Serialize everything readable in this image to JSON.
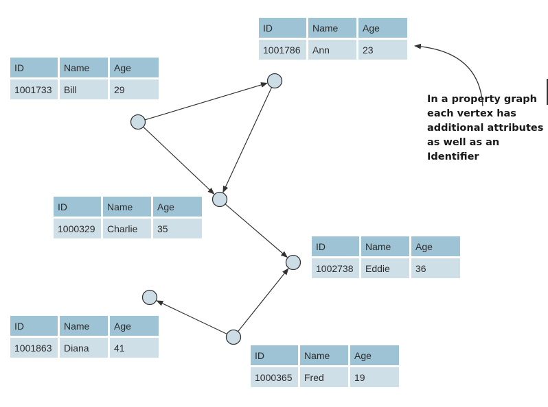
{
  "headers": {
    "id": "ID",
    "name": "Name",
    "age": "Age"
  },
  "vertices": [
    {
      "key": "bill",
      "id": "1001733",
      "name": "Bill",
      "age": "29"
    },
    {
      "key": "ann",
      "id": "1001786",
      "name": "Ann",
      "age": "23"
    },
    {
      "key": "charlie",
      "id": "1000329",
      "name": "Charlie",
      "age": "35"
    },
    {
      "key": "eddie",
      "id": "1002738",
      "name": "Eddie",
      "age": "36"
    },
    {
      "key": "diana",
      "id": "1001863",
      "name": "Diana",
      "age": "41"
    },
    {
      "key": "fred",
      "id": "1000365",
      "name": "Fred",
      "age": "19"
    }
  ],
  "edges": [
    {
      "from": "bill",
      "to": "ann"
    },
    {
      "from": "bill",
      "to": "charlie"
    },
    {
      "from": "ann",
      "to": "charlie"
    },
    {
      "from": "charlie",
      "to": "eddie"
    },
    {
      "from": "fred",
      "to": "eddie"
    },
    {
      "from": "fred",
      "to": "diana"
    }
  ],
  "callout": {
    "lines": [
      "In a property graph",
      "each vertex has",
      "additional attributes",
      "as well as an Identifier"
    ]
  },
  "colors": {
    "header_fill": "#9ec3d5",
    "value_fill": "#cfdfe7",
    "node_fill": "#ccdde6",
    "stroke": "#333333"
  }
}
